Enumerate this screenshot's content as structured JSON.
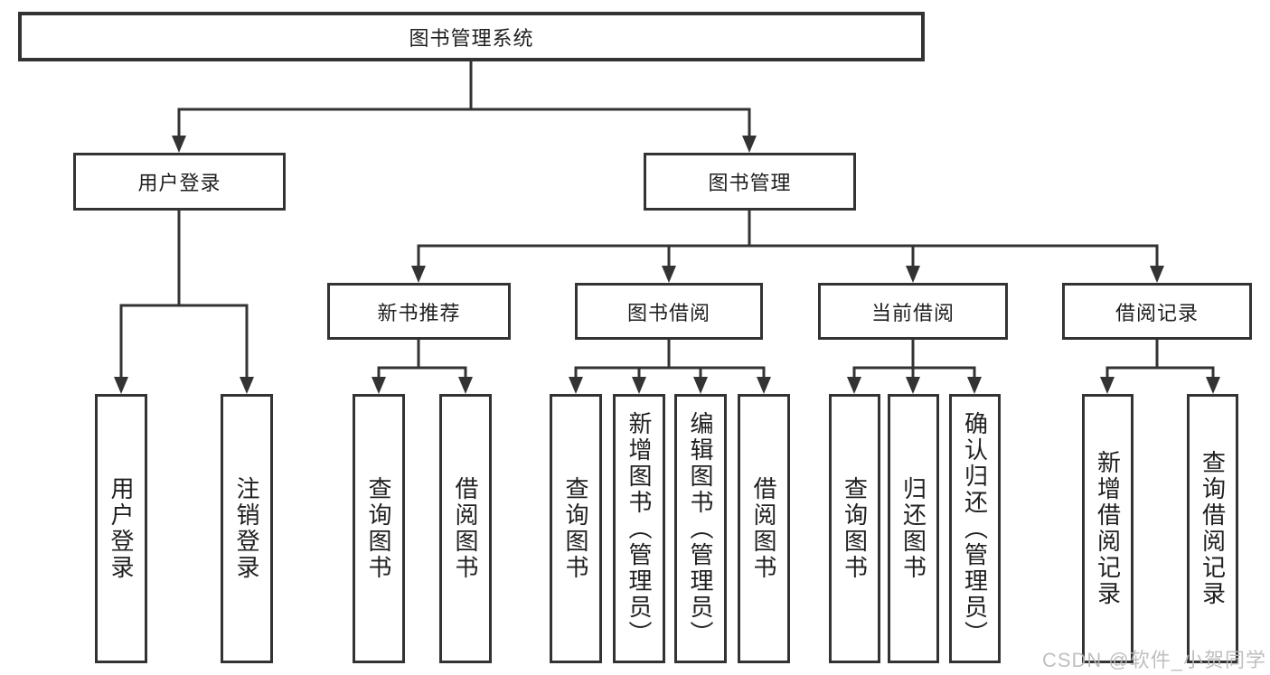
{
  "diagram_title": "图书管理系统",
  "nodes": {
    "root": "图书管理系统",
    "user_login": "用户登录",
    "book_mgmt": "图书管理",
    "new_book_rec": "新书推荐",
    "book_borrow": "图书借阅",
    "current_borrow": "当前借阅",
    "borrow_records": "借阅记录"
  },
  "leaves": {
    "user_login_child_1": "用户登录",
    "user_login_child_2": "注销登录",
    "new_book_rec_child_1": "查询图书",
    "new_book_rec_child_2": "借阅图书",
    "book_borrow_child_1": "查询图书",
    "book_borrow_child_2": "新增图书（管理员）",
    "book_borrow_child_3": "编辑图书（管理员）",
    "book_borrow_child_4": "借阅图书",
    "current_borrow_child_1": "查询图书",
    "current_borrow_child_2": "归还图书",
    "current_borrow_child_3": "确认归还（管理员）",
    "borrow_records_child_1": "新增借阅记录",
    "borrow_records_child_2": "查询借阅记录"
  },
  "hierarchy": {
    "图书管理系统": {
      "用户登录": [
        "用户登录",
        "注销登录"
      ],
      "图书管理": {
        "新书推荐": [
          "查询图书",
          "借阅图书"
        ],
        "图书借阅": [
          "查询图书",
          "新增图书（管理员）",
          "编辑图书（管理员）",
          "借阅图书"
        ],
        "当前借阅": [
          "查询图书",
          "归还图书",
          "确认归还（管理员）"
        ],
        "借阅记录": [
          "新增借阅记录",
          "查询借阅记录"
        ]
      }
    }
  },
  "watermark": "CSDN @软件_小贺同学",
  "colors": {
    "line": "#333333",
    "background": "#ffffff",
    "watermark": "#b9b9b9"
  }
}
